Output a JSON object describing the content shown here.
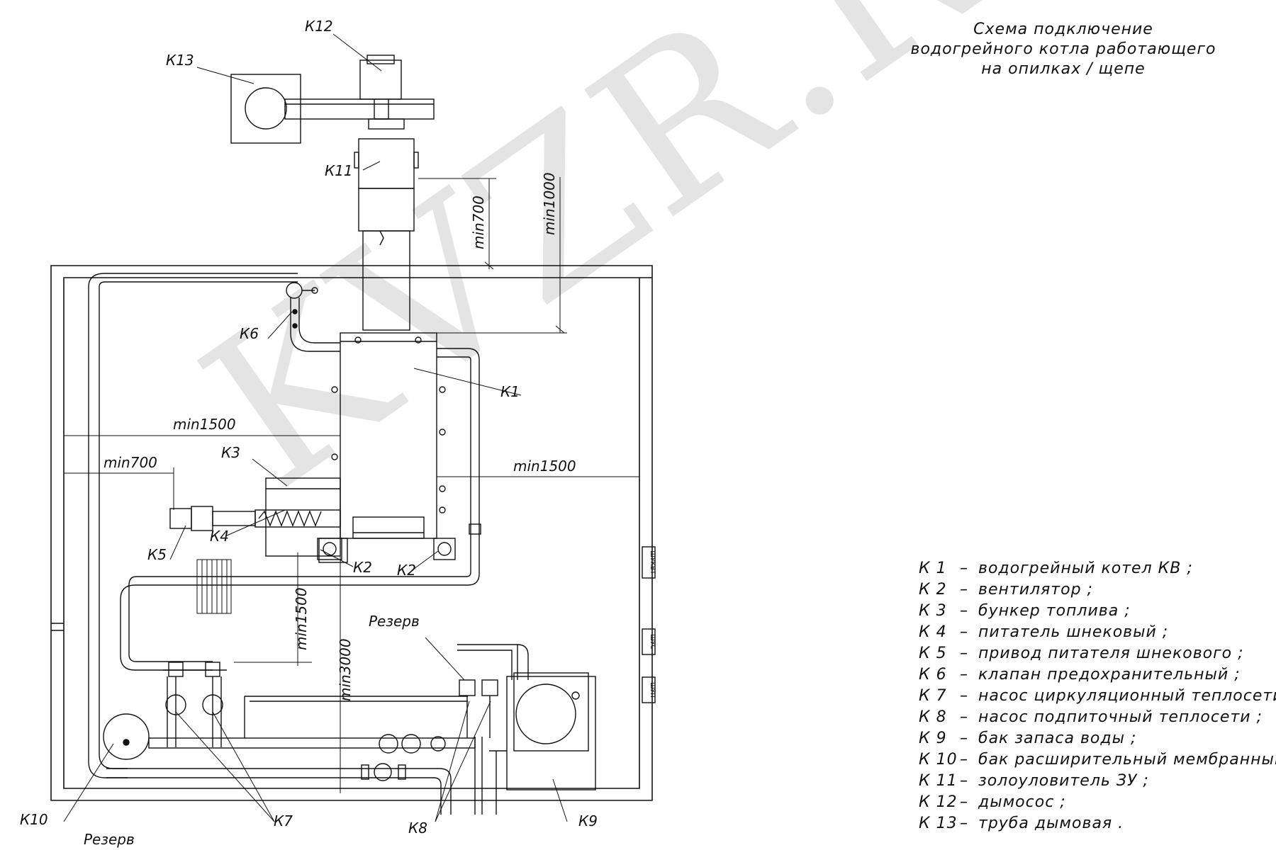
{
  "title": {
    "line1": "Схема подключение",
    "line2": "водогрейного котла работающего",
    "line3": "на опилках / щепе"
  },
  "labels": {
    "k1": "К1",
    "k2a": "К2",
    "k2b": "К2",
    "k3": "К3",
    "k4": "К4",
    "k5": "К5",
    "k6": "К6",
    "k7": "К7",
    "k8": "К8",
    "k9": "К9",
    "k10": "К10",
    "k11": "К11",
    "k12": "К12",
    "k13": "К13",
    "reserve_top": "Резерв",
    "reserve_bottom": "Резерв"
  },
  "dimensions": {
    "min700_vertical": "min700",
    "min1000_vertical": "min1000",
    "min1500_horizontal": "min1500",
    "min700_horizontal": "min700",
    "min1500_right": "min1500",
    "min1500_vertical": "min1500",
    "min3000_vertical": "min3000"
  },
  "panels": {
    "shukvt": "ШУКВТ",
    "shus": "ШУС",
    "shup": "ШУП"
  },
  "watermark": "KVZR.RU",
  "legend": [
    {
      "code": "К 1",
      "text": "водогрейный котел КВ ;"
    },
    {
      "code": "К 2",
      "text": "вентилятор ;"
    },
    {
      "code": "К 3",
      "text": "бункер топлива ;"
    },
    {
      "code": "К 4",
      "text": "питатель шнековый ;"
    },
    {
      "code": "К 5",
      "text": "привод питателя шнекового ;"
    },
    {
      "code": "К 6",
      "text": "клапан предохранительный ;"
    },
    {
      "code": "К 7",
      "text": "насос циркуляционный теплосети ;"
    },
    {
      "code": "К 8",
      "text": "насос подпиточный теплосети ;"
    },
    {
      "code": "К 9",
      "text": "бак запаса воды ;"
    },
    {
      "code": "К 10",
      "text": "бак расширительный мембранный ;"
    },
    {
      "code": "К 11",
      "text": "золоуловитель ЗУ ;"
    },
    {
      "code": "К 12",
      "text": "дымосос ;"
    },
    {
      "code": "К 13",
      "text": "труба дымовая ."
    }
  ]
}
